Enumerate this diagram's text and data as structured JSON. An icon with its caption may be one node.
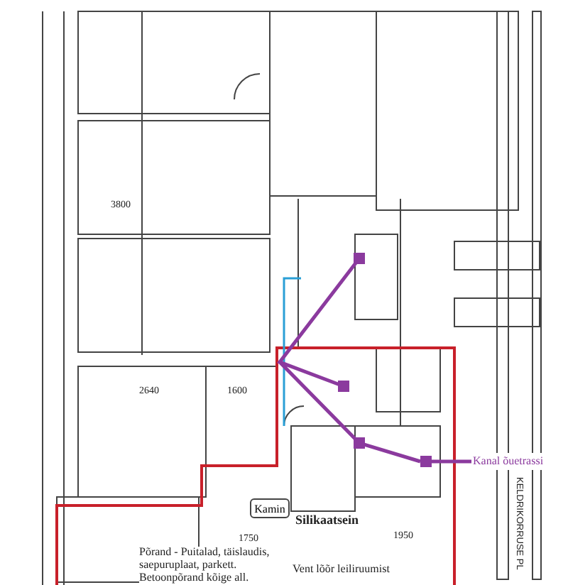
{
  "diagram": {
    "nodes": [
      {
        "text": [
          "Kamin"
        ]
      },
      {
        "text": [
          "Kanal õuetrassi"
        ]
      },
      {
        "text": [],
        "shape": "box"
      }
    ],
    "edges": [
      {
        "from": 2,
        "to": 1,
        "arrow": "none"
      }
    ],
    "labels": [
      "3800",
      "2640",
      "1600",
      "KELDRIKORRUSE PL",
      "Silikaatsein",
      "1950",
      "1750",
      "Põrand - Puitalad, täislaudis, saepuruplaat, parkett. Betoonpõrand kõige all.",
      "Vent lõõr leiliruumist"
    ]
  }
}
